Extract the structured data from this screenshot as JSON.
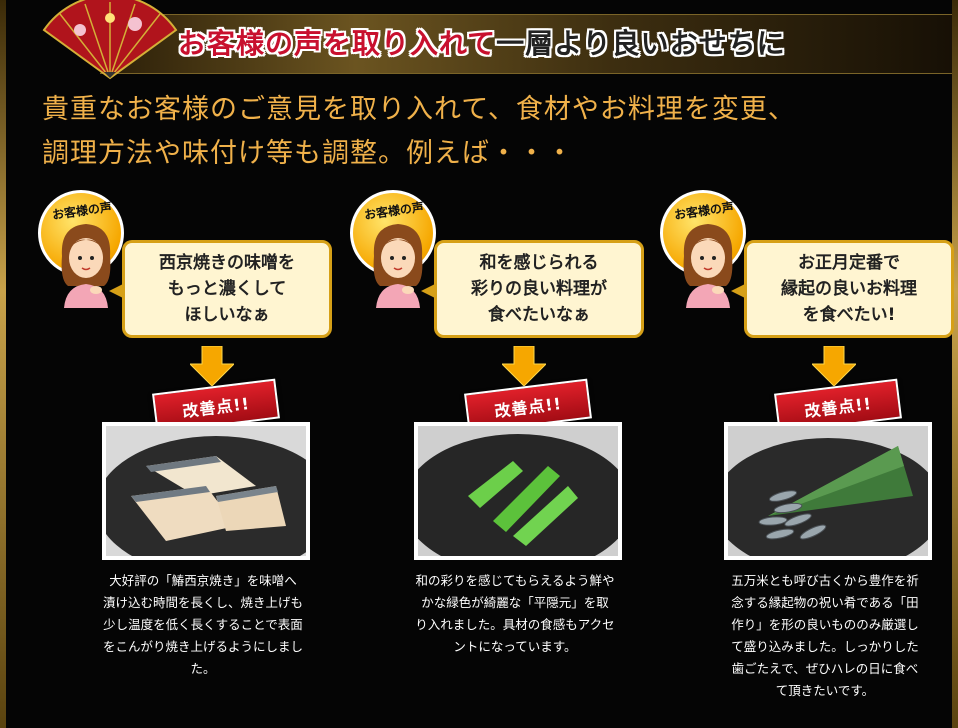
{
  "header": {
    "title_red": "お客様の声を取り入れて",
    "title_dark": "一層より良いおせちに"
  },
  "intro": {
    "lines": [
      "貴重なお客様のご意見を取り入れて、食材やお料理を変更、",
      "調理方法や味付け等も調整。例えば・・・"
    ]
  },
  "badge_label": "お客様の声",
  "improve_label": "改善点!!",
  "columns": [
    {
      "bubble": "西京焼きの味噌を\nもっと濃くして\nほしいなぁ",
      "desc": [
        "大好評の「鰆西京焼き」を味噌へ",
        "漬け込む時間を長くし、焼き上げも",
        "少し温度を低く長くすることで表面",
        "をこんがり焼き上げるようにしまし",
        "た。"
      ]
    },
    {
      "bubble": "和を感じられる\n彩りの良い料理が\n食べたいなぁ",
      "desc": [
        "和の彩りを感じてもらえるよう鮮や",
        "かな緑色が綺麗な「平隠元」を取",
        "り入れました。具材の食感もアクセ",
        "ントになっています。"
      ]
    },
    {
      "bubble": "お正月定番で\n縁起の良いお料理\nを食べたい!",
      "desc": [
        "五万米とも呼び古くから豊作を祈",
        "念する縁起物の祝い肴である「田",
        "作り」を形の良いもののみ厳選し",
        "て盛り込みました。しっかりした",
        "歯ごたえで、ぜひハレの日に食べ",
        "て頂きたいです。"
      ]
    }
  ],
  "colors": {
    "intro_text": "#f0b14a",
    "title_red": "#c8102e",
    "improve_bg": "#d01a24",
    "bubble_border": "#d6a017"
  }
}
